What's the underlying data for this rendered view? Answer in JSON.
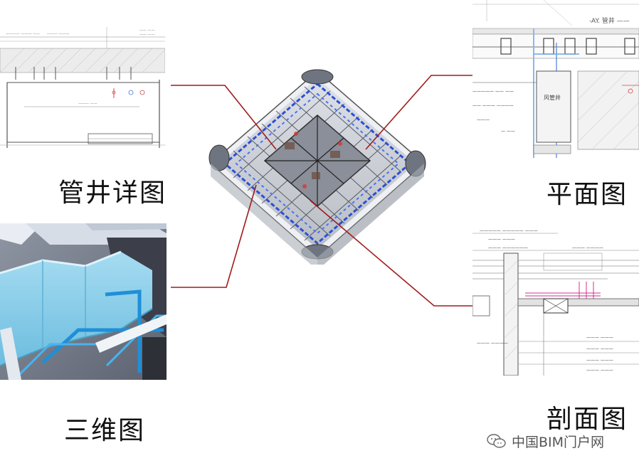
{
  "labels": {
    "shaft_detail": "管井详图",
    "plan": "平面图",
    "three_d": "三维图",
    "section": "剖面图"
  },
  "watermark": {
    "icon": "wechat-icon",
    "text": "中国BIM门户网"
  },
  "colors": {
    "connector": "#a11b1b",
    "duct_blue": "#7fc7e6",
    "drawing_line": "#6b6b6b",
    "hatch": "#b8b8b8",
    "pipe_blue": "#2b4fd8",
    "section_magenta": "#d62f8f"
  }
}
